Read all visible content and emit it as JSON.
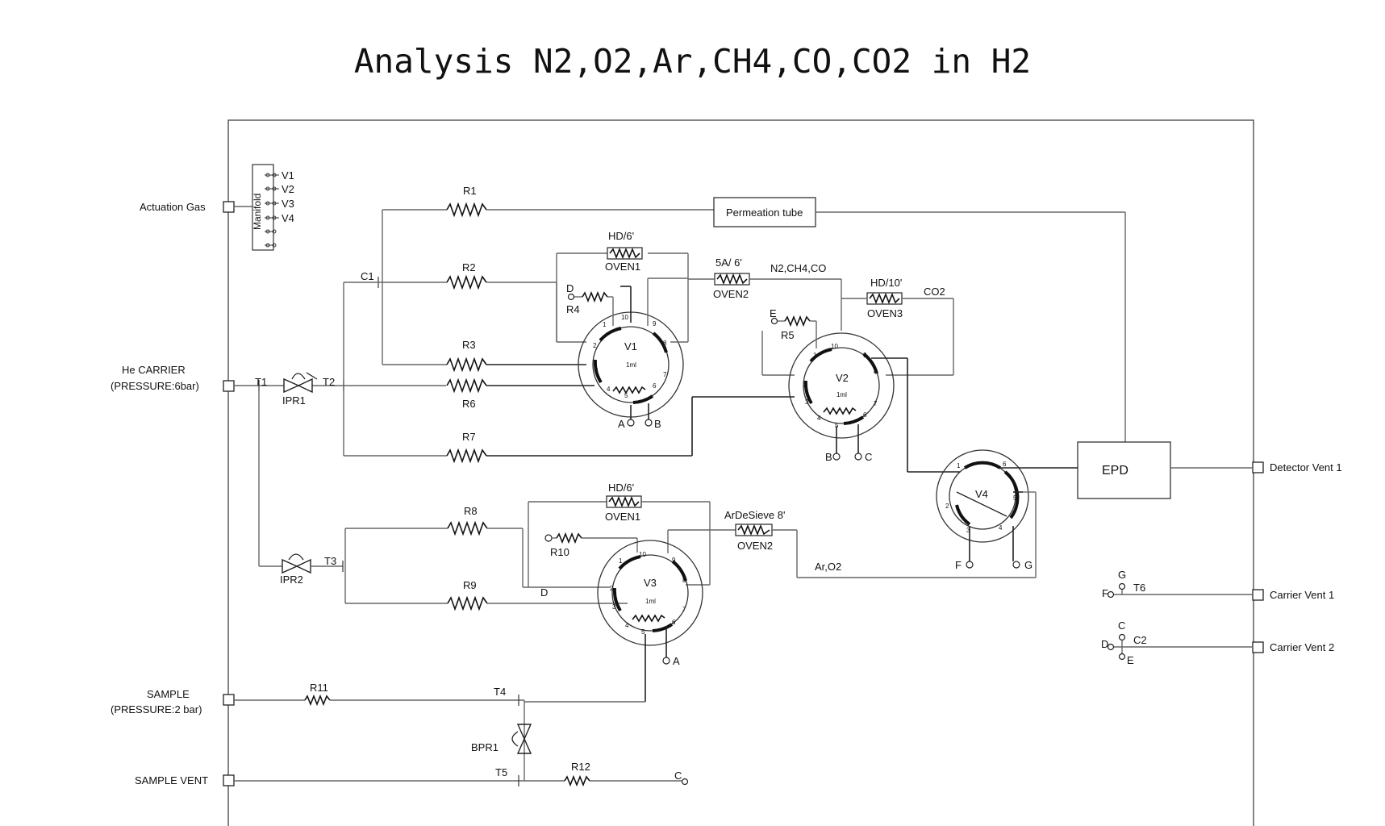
{
  "title": "Analysis N2,O2,Ar,CH4,CO,CO2 in H2",
  "inputs": {
    "actuation_gas": "Actuation Gas",
    "he_carrier": "He CARRIER",
    "he_carrier_pressure": "(PRESSURE:6bar)",
    "sample": "SAMPLE",
    "sample_pressure": "(PRESSURE:2 bar)",
    "sample_vent": "SAMPLE VENT"
  },
  "outputs": {
    "detector_vent_1": "Detector Vent 1",
    "carrier_vent_1": "Carrier Vent 1",
    "carrier_vent_2": "Carrier Vent 2"
  },
  "manifold": {
    "label": "Manifold",
    "valves": [
      "V1",
      "V2",
      "V3",
      "V4"
    ]
  },
  "restrictors": {
    "r1": "R1",
    "r2": "R2",
    "r3": "R3",
    "r4": "R4",
    "r5": "R5",
    "r6": "R6",
    "r7": "R7",
    "r8": "R8",
    "r9": "R9",
    "r10": "R10",
    "r11": "R11",
    "r12": "R12"
  },
  "tees": {
    "t1": "T1",
    "t2": "T2",
    "t3": "T3",
    "t4": "T4",
    "t5": "T5",
    "t6": "T6",
    "c1": "C1",
    "c2": "C2"
  },
  "regulators": {
    "ipr1": "IPR1",
    "ipr2": "IPR2",
    "bpr1": "BPR1"
  },
  "components": {
    "permeation_tube": "Permeation tube",
    "epd": "EPD"
  },
  "columns": {
    "col1_name": "HD/6'",
    "col1_oven": "OVEN1",
    "col2_name": "5A/ 6'",
    "col2_oven": "OVEN2",
    "col3_name": "HD/10'",
    "col3_oven": "OVEN3",
    "col4_name": "HD/6'",
    "col4_oven": "OVEN1",
    "col5_name": "ArDeSieve 8'",
    "col5_oven": "OVEN2"
  },
  "flow_labels": {
    "n2_ch4_co": "N2,CH4,CO",
    "co2": "CO2",
    "ar_o2": "Ar,O2"
  },
  "valves": {
    "v1": "V1",
    "v2": "V2",
    "v3": "V3",
    "v4": "V4",
    "loop": "1ml"
  },
  "port_labels": {
    "a": "A",
    "b": "B",
    "c": "C",
    "d": "D",
    "e": "E",
    "f": "F",
    "g": "G"
  },
  "port_numbers": [
    "1",
    "2",
    "3",
    "4",
    "5",
    "6",
    "7",
    "8",
    "9",
    "10"
  ]
}
